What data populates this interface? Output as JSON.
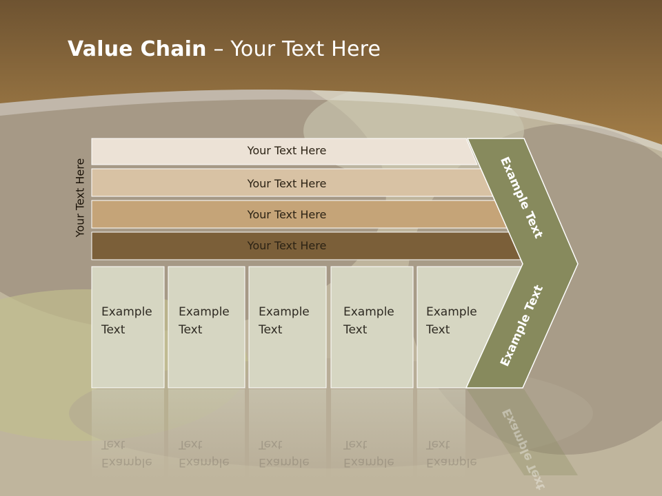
{
  "title": {
    "bold": "Value Chain",
    "rest": " – Your Text Here"
  },
  "side_label": "Your Text Here",
  "rows": [
    {
      "label": "Your Text Here",
      "color": "#ece2d6"
    },
    {
      "label": "Your Text Here",
      "color": "#d8c2a4"
    },
    {
      "label": "Your Text Here",
      "color": "#c5a478"
    },
    {
      "label": "Your Text Here",
      "color": "#7b5f39"
    }
  ],
  "boxes": [
    {
      "label": "Example\nText"
    },
    {
      "label": "Example\nText"
    },
    {
      "label": "Example\nText"
    },
    {
      "label": "Example\nText"
    },
    {
      "label": "Example\nText"
    }
  ],
  "chevron": {
    "top_label": "Example Text",
    "bottom_label": "Example Text",
    "color": "#878a5d"
  },
  "colors": {
    "box_fill": "#d6d6c2",
    "header_band": "#7b5a30"
  }
}
